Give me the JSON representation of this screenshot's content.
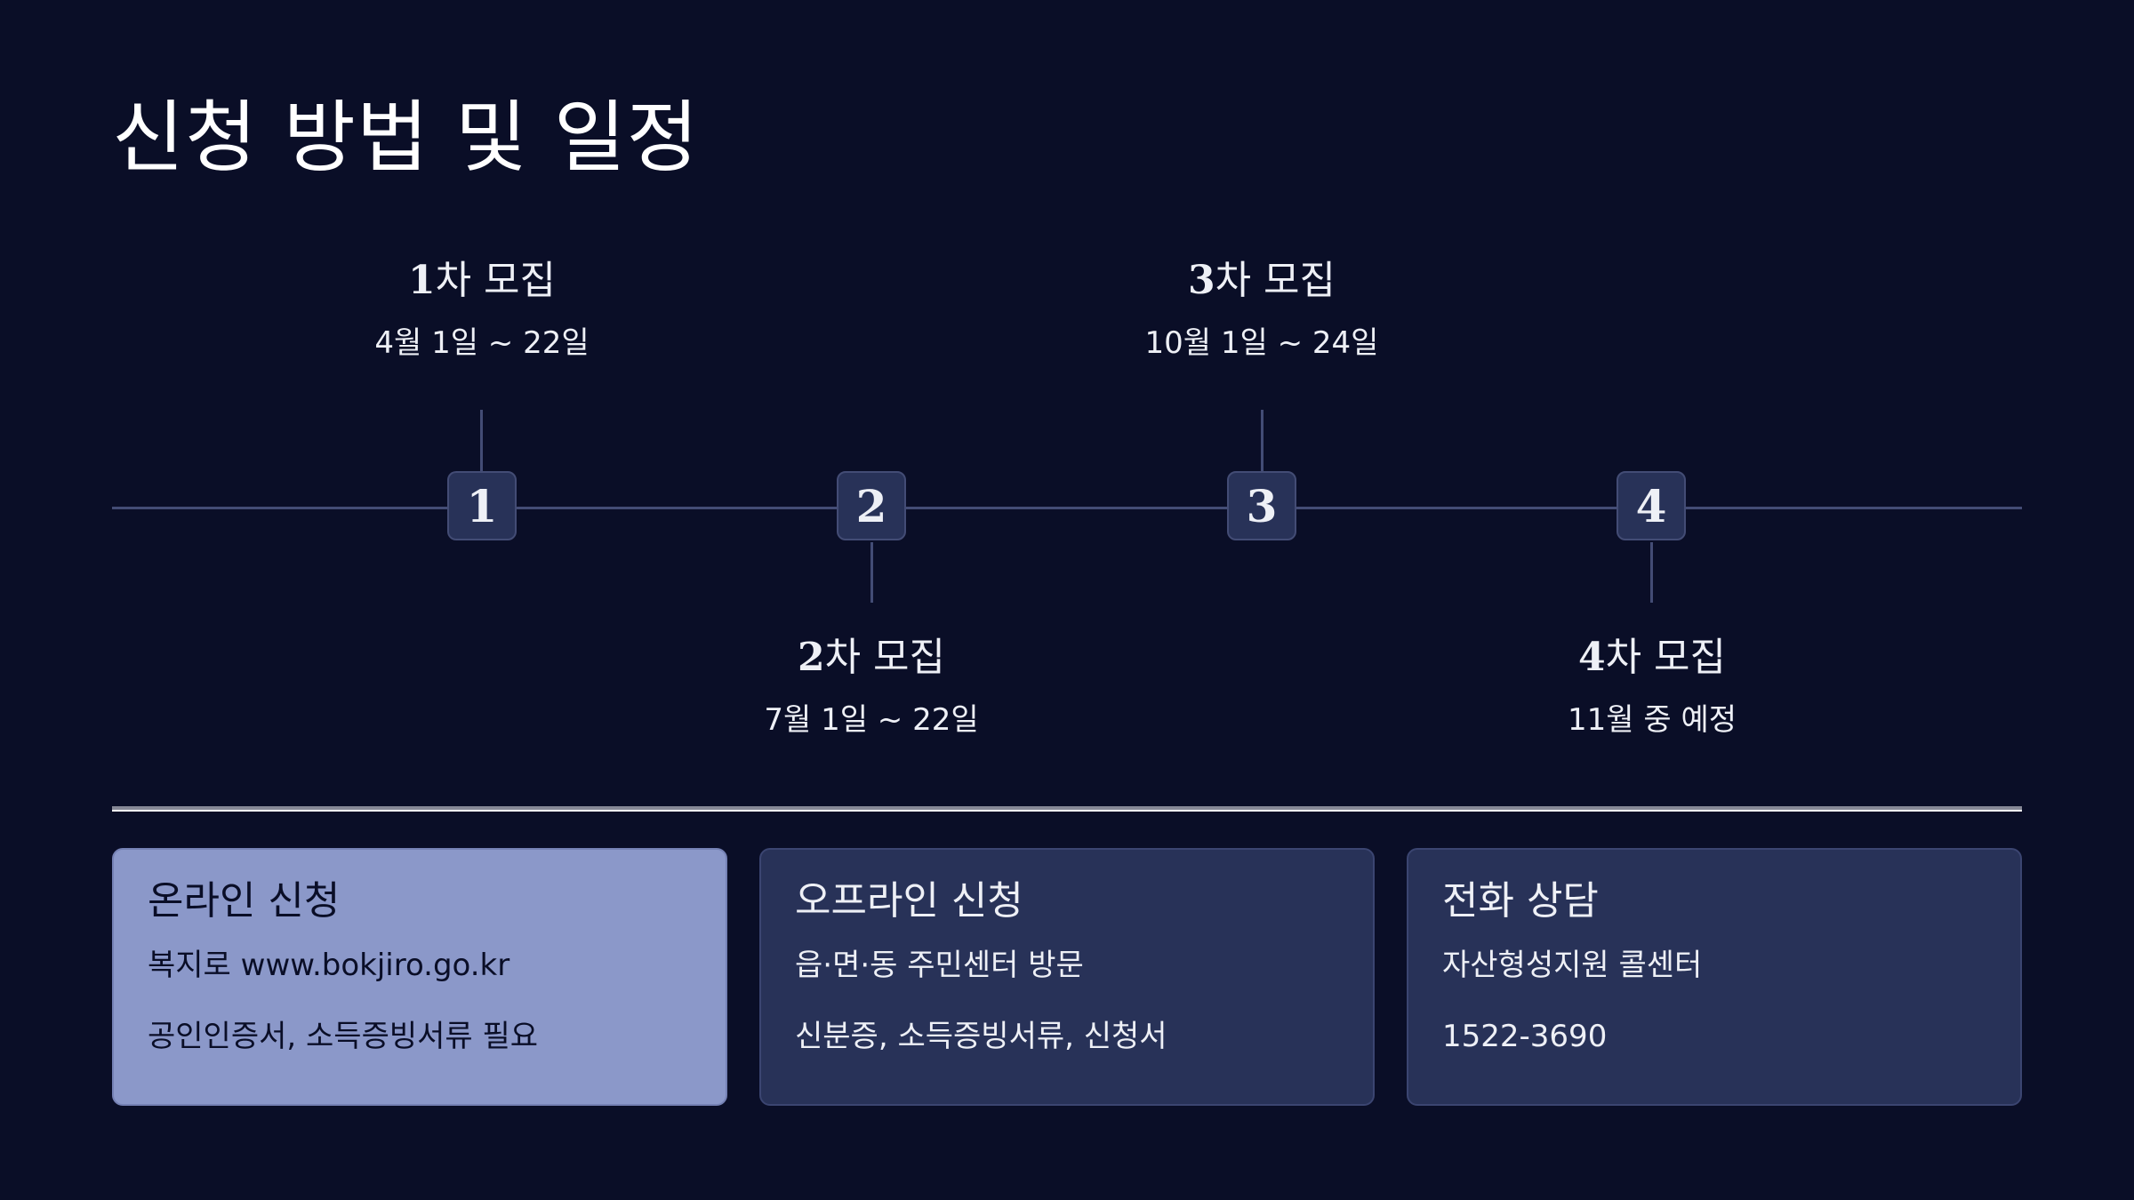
{
  "page": {
    "title": "신청 방법 및 일정"
  },
  "timeline": {
    "line_color": "#434c75",
    "box_color": "#283258",
    "steps": [
      {
        "number": "1",
        "title_num": "1",
        "title_text": "차 모집",
        "date": "4월 1일 ~ 22일",
        "position": "above"
      },
      {
        "number": "2",
        "title_num": "2",
        "title_text": "차 모집",
        "date": "7월 1일 ~ 22일",
        "position": "below"
      },
      {
        "number": "3",
        "title_num": "3",
        "title_text": "차 모집",
        "date": "10월 1일 ~ 24일",
        "position": "above"
      },
      {
        "number": "4",
        "title_num": "4",
        "title_text": "차 모집",
        "date": "11월 중 예정",
        "position": "below"
      }
    ]
  },
  "cards": [
    {
      "title": "온라인 신청",
      "line1": "복지로 www.bokjiro.go.kr",
      "line2": "공인인증서, 소득증빙서류 필요",
      "highlighted": true,
      "color": "#8b98c9"
    },
    {
      "title": "오프라인 신청",
      "line1": "읍·면·동 주민센터 방문",
      "line2": "신분증, 소득증빙서류, 신청서",
      "highlighted": false,
      "color": "#283258"
    },
    {
      "title": "전화 상담",
      "line1": "자산형성지원 콜센터",
      "line2": "1522-3690",
      "highlighted": false,
      "color": "#283258"
    }
  ],
  "colors": {
    "background": "#0a0e27",
    "text": "#eef0f6"
  }
}
